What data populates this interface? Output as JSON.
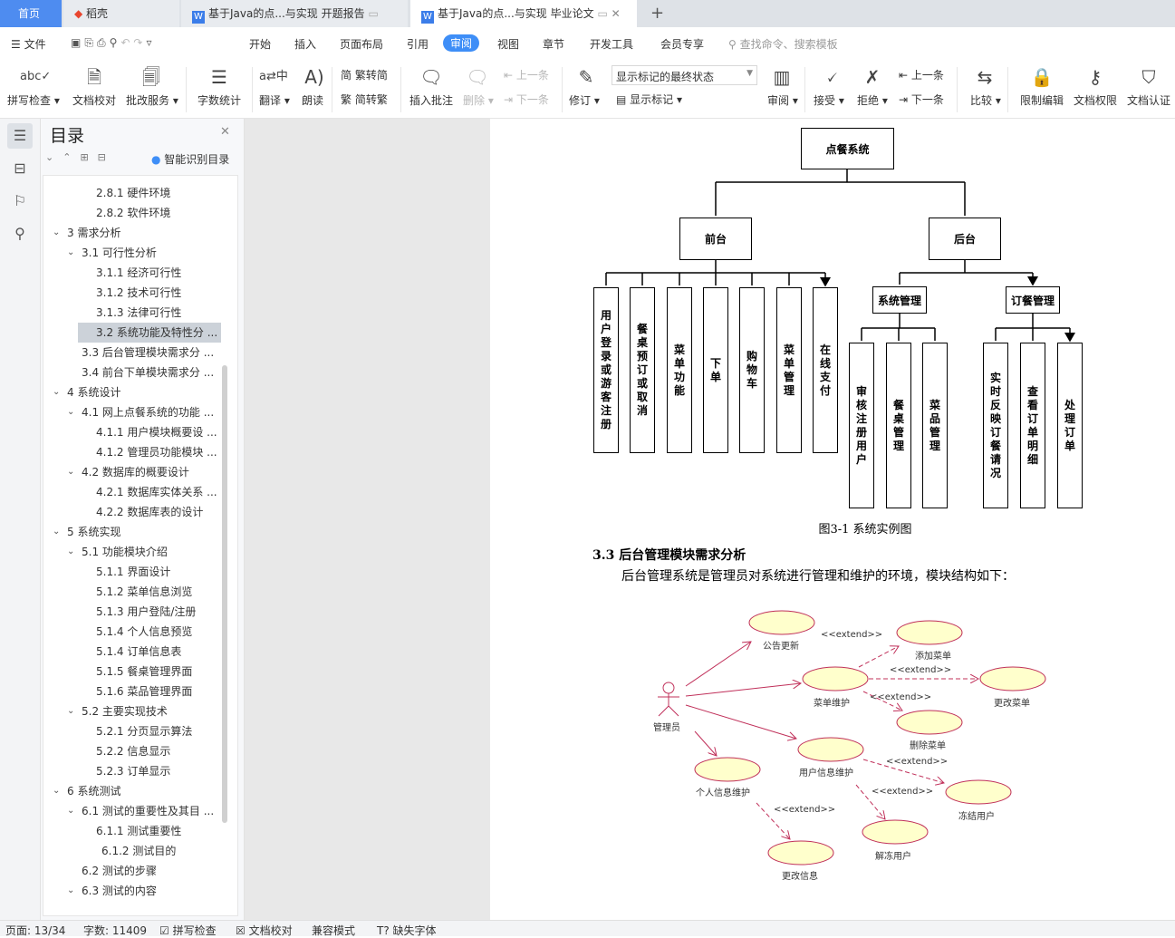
{
  "tabs": [
    {
      "label": "首页"
    },
    {
      "label": "稻壳"
    },
    {
      "label": "基于Java的点...与实现 开题报告"
    },
    {
      "label": "基于Java的点...与实现 毕业论文"
    }
  ],
  "menu": {
    "file": "文件",
    "items": [
      "开始",
      "插入",
      "页面布局",
      "引用",
      "审阅",
      "视图",
      "章节",
      "开发工具",
      "会员专享"
    ],
    "active": "审阅",
    "search_placeholder": "查找命令、搜索模板"
  },
  "ribbon": {
    "spell": "拼写检查",
    "proof": "文档校对",
    "review_service": "批改服务",
    "wordcount": "字数统计",
    "translate": "翻译",
    "read": "朗读",
    "t2s": "繁转简",
    "s2t": "简转繁",
    "insert_comment": "插入批注",
    "delete": "删除",
    "prev": "上一条",
    "next": "下一条",
    "revise": "修订",
    "markup_select": "显示标记的最终状态",
    "show_markup": "显示标记",
    "review": "审阅",
    "accept": "接受",
    "reject": "拒绝",
    "prev2": "上一条",
    "next2": "下一条",
    "compare": "比较",
    "restrict": "限制编辑",
    "permission": "文档权限",
    "certify": "文档认证"
  },
  "toc": {
    "title": "目录",
    "smart": "智能识别目录",
    "items": [
      {
        "label": "2.8.1 硬件环境",
        "level": 3
      },
      {
        "label": "2.8.2 软件环境",
        "level": 3
      },
      {
        "label": "3  需求分析",
        "level": 1,
        "expanded": true
      },
      {
        "label": "3.1 可行性分析",
        "level": 2,
        "expanded": true
      },
      {
        "label": "3.1.1 经济可行性",
        "level": 3
      },
      {
        "label": "3.1.2 技术可行性",
        "level": 3
      },
      {
        "label": "3.1.3 法律可行性",
        "level": 3
      },
      {
        "label": "3.2 系统功能及特性分 ...",
        "level": 3,
        "selected": true
      },
      {
        "label": "3.3 后台管理模块需求分 ...",
        "level": 2
      },
      {
        "label": "3.4 前台下单模块需求分 ...",
        "level": 2
      },
      {
        "label": "4  系统设计",
        "level": 1,
        "expanded": true
      },
      {
        "label": "4.1 网上点餐系统的功能 ...",
        "level": 2,
        "expanded": true
      },
      {
        "label": "4.1.1 用户模块概要设 ...",
        "level": 3
      },
      {
        "label": "4.1.2 管理员功能模块 ...",
        "level": 3
      },
      {
        "label": "4.2 数据库的概要设计",
        "level": 2,
        "expanded": true
      },
      {
        "label": "4.2.1 数据库实体关系 ...",
        "level": 3
      },
      {
        "label": "4.2.2 数据库表的设计",
        "level": 3
      },
      {
        "label": "5  系统实现",
        "level": 1,
        "expanded": true
      },
      {
        "label": "5.1 功能模块介绍",
        "level": 2,
        "expanded": true
      },
      {
        "label": "5.1.1 界面设计",
        "level": 3
      },
      {
        "label": "5.1.2  菜单信息浏览",
        "level": 3
      },
      {
        "label": "5.1.3  用户登陆/注册",
        "level": 3
      },
      {
        "label": "5.1.4  个人信息预览",
        "level": 3
      },
      {
        "label": "5.1.4  订单信息表",
        "level": 3
      },
      {
        "label": "5.1.5  餐桌管理界面",
        "level": 3
      },
      {
        "label": "5.1.6  菜品管理界面",
        "level": 3
      },
      {
        "label": "5.2 主要实现技术",
        "level": 2,
        "expanded": true
      },
      {
        "label": "5.2.1 分页显示算法",
        "level": 3
      },
      {
        "label": "5.2.2  信息显示",
        "level": 3
      },
      {
        "label": "5.2.3  订单显示",
        "level": 3
      },
      {
        "label": "6  系统测试",
        "level": 1,
        "expanded": true
      },
      {
        "label": "6.1 测试的重要性及其目 ...",
        "level": 2,
        "expanded": true
      },
      {
        "label": "6.1.1 测试重要性",
        "level": 3
      },
      {
        "label": "6.1.2 测试目的",
        "level": 3
      },
      {
        "label": "6.2 测试的步骤",
        "level": 2
      },
      {
        "label": "6.3 测试的内容",
        "level": 2,
        "expanded": true
      }
    ]
  },
  "doc": {
    "org": {
      "root": "点餐系统",
      "front": "前台",
      "back": "后台",
      "front_items": [
        "用户登录或游客注册",
        "餐桌预订或取消",
        "菜单功能",
        "下单",
        "购物车",
        "菜单管理",
        "在线支付"
      ],
      "sys": "系统管理",
      "order": "订餐管理",
      "sys_items": [
        "审核注册用户",
        "餐桌管理",
        "菜品管理"
      ],
      "order_items": [
        "实时反映订餐请况",
        "查看订单明细",
        "处理订单"
      ]
    },
    "caption": "图3-1 系统实例图",
    "heading": "3.3 后台管理模块需求分析",
    "para": "后台管理系统是管理员对系统进行管理和维护的环境，模块结构如下：",
    "usecase": {
      "actor": "管理员",
      "extend": "<<extend>>",
      "cases": {
        "notice": "公告更新",
        "menu": "菜单维护",
        "add": "添加菜单",
        "edit": "更改菜单",
        "del": "删除菜单",
        "user": "用户信息维护",
        "personal": "个人信息维护",
        "freeze": "冻结用户",
        "unfreeze": "解冻用户",
        "change": "更改信息"
      }
    }
  },
  "status": {
    "page": "页面: 13/34",
    "words": "字数: 11409",
    "spell": "拼写检查",
    "proof": "文档校对",
    "compat": "兼容模式",
    "font": "缺失字体"
  }
}
